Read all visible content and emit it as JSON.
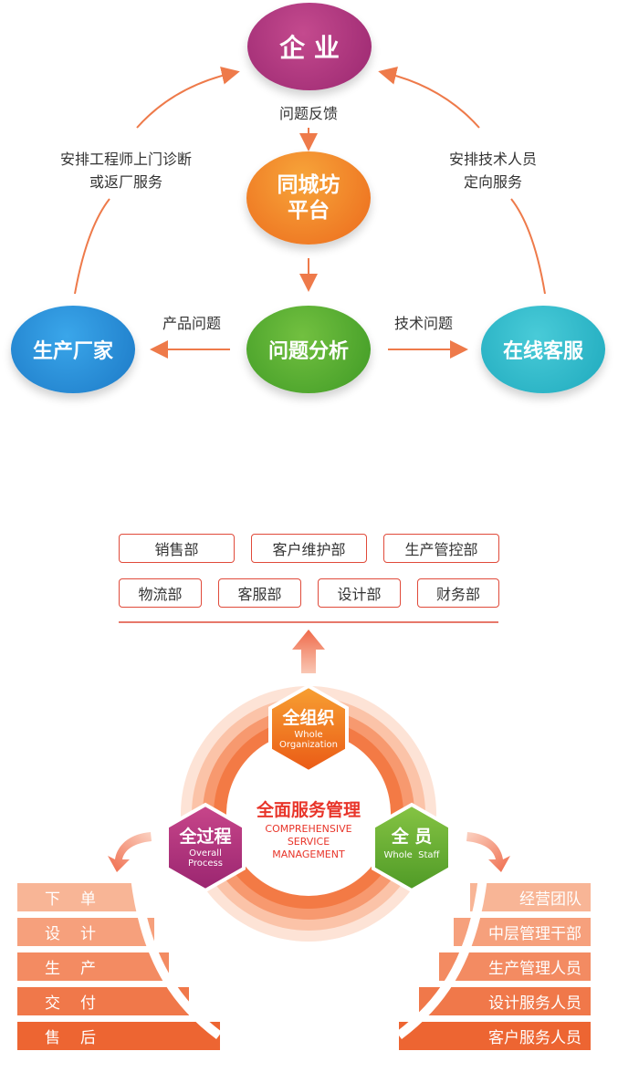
{
  "top": {
    "enterprise": "企 业",
    "platform": [
      "同城坊",
      "平台"
    ],
    "manufacturer": "生产厂家",
    "analysis": "问题分析",
    "online_service": "在线客服",
    "feedback": "问题反馈",
    "left_arc": [
      "安排工程师上门诊断",
      "或返厂服务"
    ],
    "right_arc": [
      "安排技术人员",
      "定向服务"
    ],
    "product_issue": "产品问题",
    "tech_issue": "技术问题"
  },
  "bottom": {
    "departments": [
      "销售部",
      "客户维护部",
      "生产管控部",
      "物流部",
      "客服部",
      "设计部",
      "财务部"
    ],
    "center": {
      "title": "全面服务管理",
      "en": [
        "COMPREHENSIVE",
        "SERVICE",
        "MANAGEMENT"
      ]
    },
    "hex_org": {
      "title": "全组织",
      "en": [
        "Whole",
        "Organization"
      ]
    },
    "hex_process": {
      "title": "全过程",
      "en": [
        "Overall",
        "Process"
      ]
    },
    "hex_staff": {
      "title": "全 员",
      "en": [
        "Whole  Staff"
      ]
    },
    "left_steps": [
      "下单",
      "设计",
      "生产",
      "交付",
      "售后"
    ],
    "right_roles": [
      "经营团队",
      "中层管理干部",
      "生产管理人员",
      "设计服务人员",
      "客户服务人员"
    ]
  },
  "colors": {
    "enterprise": "#a6307a",
    "platform": "#f07a20",
    "manufacturer": "#2a8fd8",
    "analysis": "#4fa82c",
    "online_service": "#29b6c8",
    "arrow": "#ee7a4a",
    "dept_border": "#e04a3a"
  }
}
